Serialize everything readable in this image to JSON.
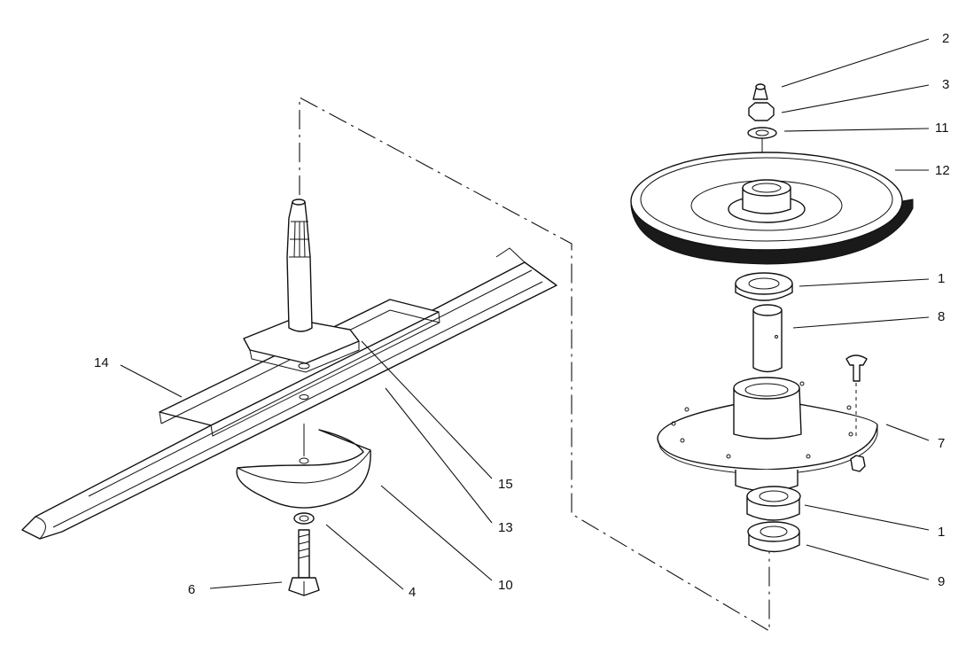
{
  "callouts": {
    "c2": "2",
    "c3": "3",
    "c11": "11",
    "c12": "12",
    "c1_upper": "1",
    "c8": "8",
    "c7": "7",
    "c1_lower": "1",
    "c9": "9",
    "c14": "14",
    "c15": "15",
    "c13": "13",
    "c10": "10",
    "c6": "6",
    "c4": "4"
  }
}
